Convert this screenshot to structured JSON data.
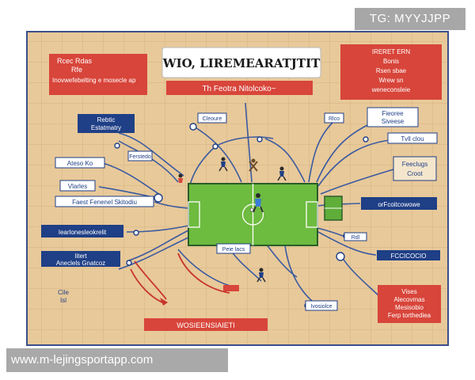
{
  "colors": {
    "board": "#e8c99a",
    "grid": "#d9b784",
    "navy": "#1f3f86",
    "red": "#d8453a",
    "pitch": "#6dbb3f",
    "pitch_line": "#ffffff",
    "link": "#3a5aa0",
    "red_link": "#c8332b"
  },
  "watermark": {
    "tg": "TG: MYYJJPP",
    "site": "www.m-lejingsportapp.com"
  },
  "title": {
    "main": "WIO, LIREMEARATJTIT",
    "sub": "Th Feotra Nitolcoko~"
  },
  "boxes": {
    "top_left_heading": "Rcec Rdas",
    "top_left_sub": "Rfe",
    "top_left_line": "Inovwefebelting e mosecle ap",
    "top_right_lines": [
      "IRERET ERN",
      "Bonis",
      "Rsen sbae",
      "Wrew sn",
      "weneconsleie"
    ],
    "left_a": [
      "Rebtic",
      "Estatmatry"
    ],
    "left_b": "Ateso Ko",
    "left_c": "Vlarles",
    "left_d": "Faest Fenenel Skitodiu",
    "left_e": "Iearlonesleokrelit",
    "left_f": [
      "Iitert",
      "Aneclels Gnatcoz"
    ],
    "left_g": [
      "Cile",
      "Isl"
    ],
    "right_a": [
      "Fieoree",
      "Siveese"
    ],
    "right_b": "Tvll clou",
    "right_c": [
      "Feeclugs",
      "Croot"
    ],
    "right_d": "orFcoitcowowe",
    "right_e": "FCCICOCIO",
    "right_f": [
      "Vises",
      "Alecovmas",
      "Mesisobio",
      "Ferp torthediea"
    ],
    "bottom": "WOSIEENSIAIETI",
    "nodes": [
      "Cleoure",
      "Rlco",
      "Peie lacs",
      "Ferstedo",
      "Ivosiolce",
      "Rdl"
    ]
  }
}
